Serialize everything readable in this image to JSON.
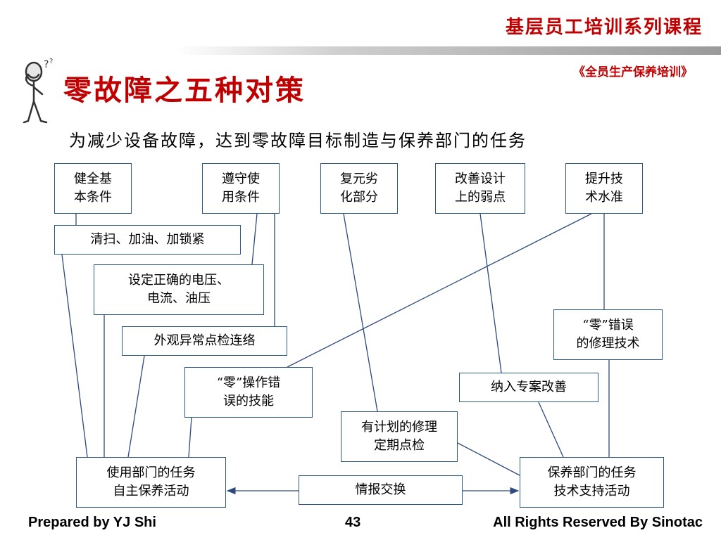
{
  "header": {
    "series_title": "基层员工培训系列课程",
    "course_name": "《全员生产保养培训》",
    "page_title": "零故障之五种对策",
    "subtitle": "为减少设备故障，达到零故障目标制造与保养部门的任务"
  },
  "diagram": {
    "nodes": [
      {
        "id": "basic",
        "label": "健全基\n本条件"
      },
      {
        "id": "usage",
        "label": "遵守使\n用条件"
      },
      {
        "id": "restore",
        "label": "复元劣\n化部分"
      },
      {
        "id": "design",
        "label": "改善设计\n上的弱点"
      },
      {
        "id": "skill",
        "label": "提升技\n术水准"
      },
      {
        "id": "clean",
        "label": "清扫、加油、加锁紧"
      },
      {
        "id": "voltage",
        "label": "设定正确的电压、\n电流、油压"
      },
      {
        "id": "inspect",
        "label": "外观异常点检连络"
      },
      {
        "id": "op_error",
        "label": "“零”操作错\n误的技能"
      },
      {
        "id": "repair_err",
        "label": "“零”错误\n的修理技术"
      },
      {
        "id": "project",
        "label": "纳入专案改善"
      },
      {
        "id": "planned",
        "label": "有计划的修理\n定期点检"
      },
      {
        "id": "user_dept",
        "label": "使用部门的任务\n自主保养活动"
      },
      {
        "id": "info",
        "label": "情报交换"
      },
      {
        "id": "maint_dept",
        "label": "保养部门的任务\n技术支持活动"
      }
    ],
    "edges": [
      {
        "from": "basic",
        "to": "clean"
      },
      {
        "from": "clean",
        "to": "user_dept"
      },
      {
        "from": "voltage",
        "to": "user_dept"
      },
      {
        "from": "usage",
        "to": "voltage"
      },
      {
        "from": "usage",
        "to": "inspect"
      },
      {
        "from": "inspect",
        "to": "user_dept"
      },
      {
        "from": "skill",
        "to": "op_error"
      },
      {
        "from": "op_error",
        "to": "user_dept"
      },
      {
        "from": "restore",
        "to": "planned"
      },
      {
        "from": "design",
        "to": "project"
      },
      {
        "from": "skill",
        "to": "repair_err"
      },
      {
        "from": "repair_err",
        "to": "maint_dept"
      },
      {
        "from": "project",
        "to": "maint_dept"
      },
      {
        "from": "planned",
        "to": "maint_dept"
      },
      {
        "from": "info",
        "to": "user_dept",
        "arrow": true
      },
      {
        "from": "info",
        "to": "maint_dept",
        "arrow": true
      }
    ]
  },
  "footer": {
    "prepared_by": "Prepared by YJ Shi",
    "page_number": "43",
    "rights": "All Rights Reserved By Sinotac"
  },
  "colors": {
    "title_red": "#c00000",
    "box_border": "#2e5984",
    "line": "#2e4a7a"
  },
  "icons": {
    "thinker": "thinking-figure-icon"
  }
}
